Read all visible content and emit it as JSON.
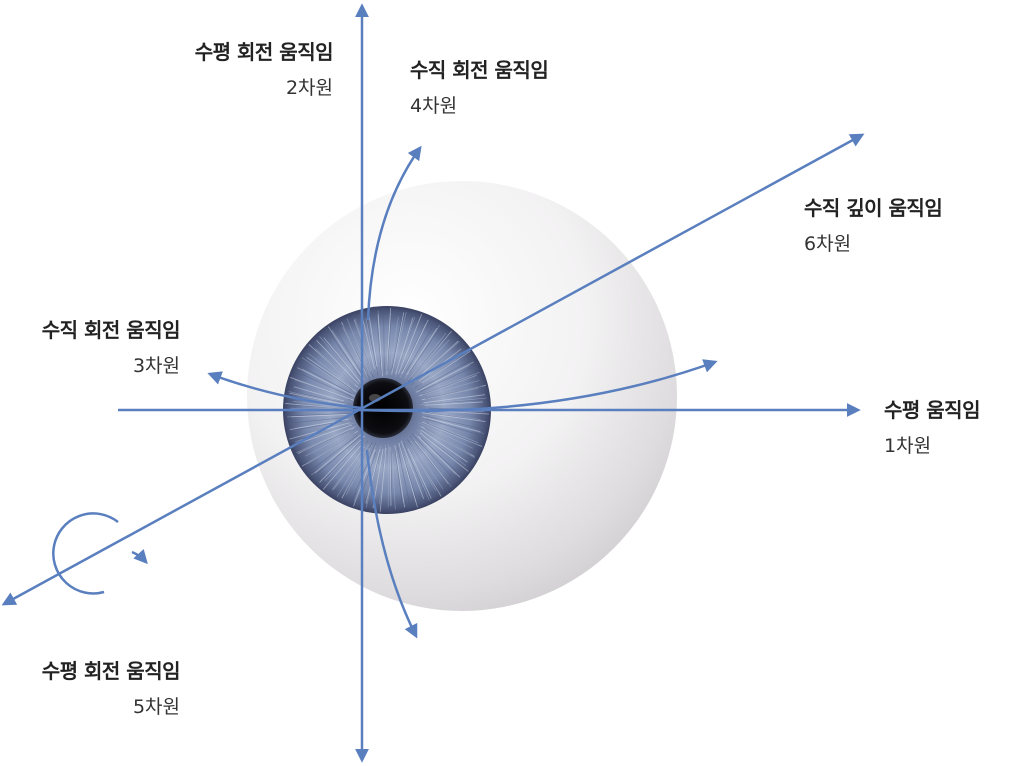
{
  "colors": {
    "arrow": "#5a7fbf",
    "text": "#222222",
    "iris": "#6a7fa6",
    "pupil": "#0d0d12"
  },
  "labels": {
    "h_move": {
      "title": "수평 움직임",
      "sub": "1차원"
    },
    "h_rot_top": {
      "title": "수평 회전 움직임",
      "sub": "2차원"
    },
    "v_rot_left": {
      "title": "수직 회전 움직임",
      "sub": "3차원"
    },
    "v_rot_top": {
      "title": "수직 회전 움직임",
      "sub": "4차원"
    },
    "h_rot_bottom": {
      "title": "수평 회전 움직임",
      "sub": "5차원"
    },
    "v_depth": {
      "title": "수직 깊이 움직임",
      "sub": "6차원"
    }
  }
}
